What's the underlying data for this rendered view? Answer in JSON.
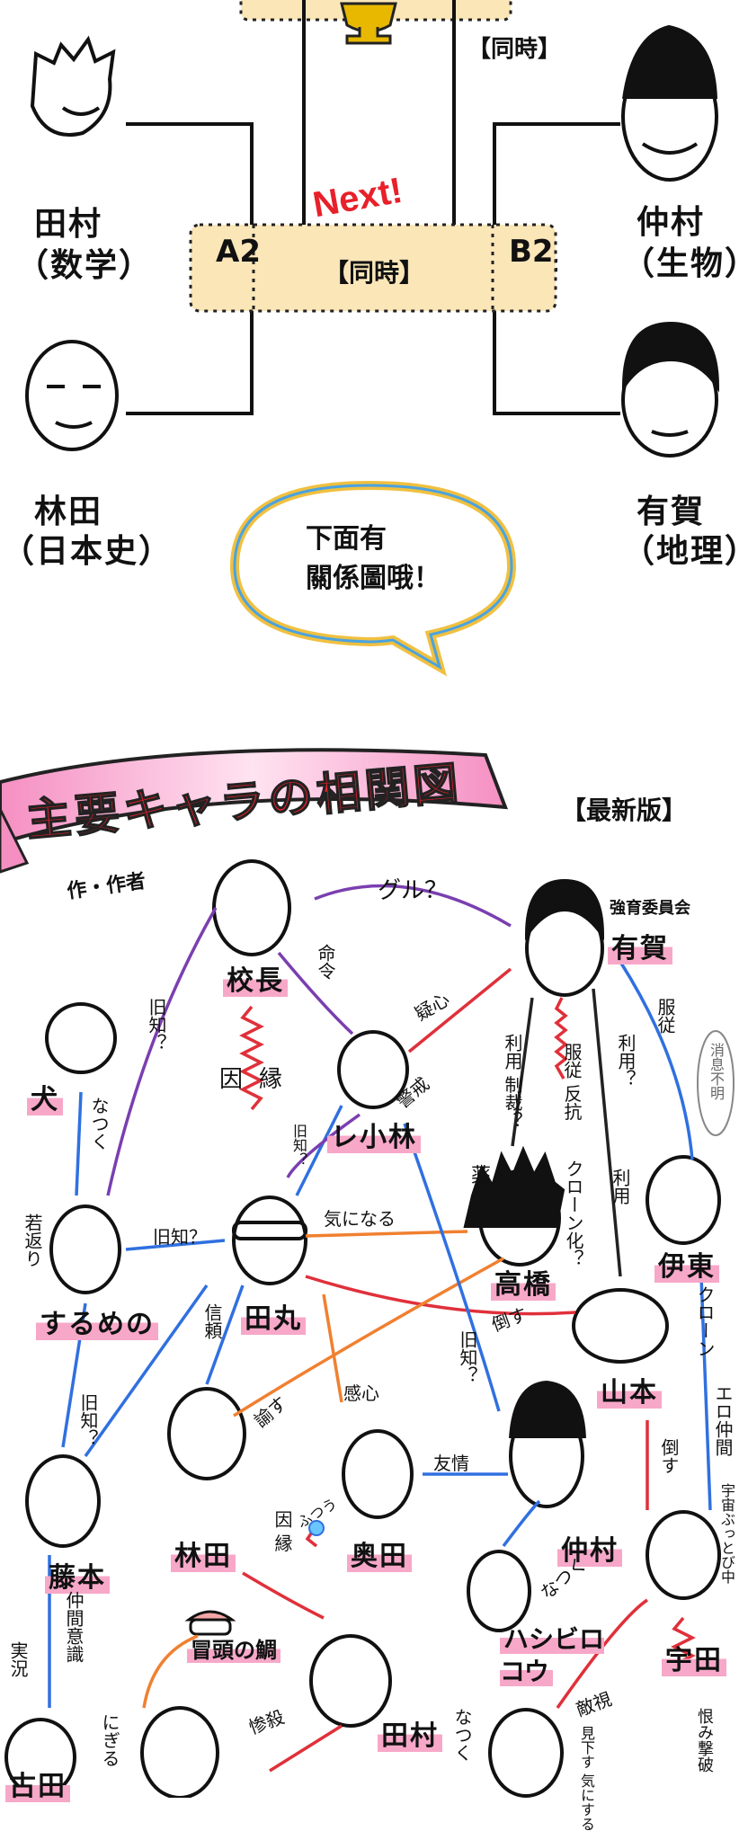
{
  "bracket": {
    "simultaneous_top": "【同時】",
    "next": "Next!",
    "a2": "A2",
    "b2": "B2",
    "simultaneous_mid": "【同時】",
    "left_top_name": "田村",
    "left_top_subject": "（数学）",
    "left_bottom_name": "林田",
    "left_bottom_subject": "（日本史）",
    "right_top_name": "仲村",
    "right_top_subject": "（生物）",
    "right_bottom_name": "有賀",
    "right_bottom_subject": "（地理）"
  },
  "speech_bubble": {
    "line1": "下面有",
    "line2": "關係圖哦！"
  },
  "diagram": {
    "banner_title": "主要キャラの相関図",
    "edition": "【最新版】",
    "author_note": "作・作者",
    "characters": {
      "kouchou": "校長",
      "ariga": "有賀",
      "ariga_role": "強育委員会",
      "inu": "犬",
      "rekobayashi": "レ小林",
      "takahashi": "高橋",
      "ito": "伊東",
      "surumeno": "するめの",
      "tamaru": "田丸",
      "yamamoto": "山本",
      "fujimoto": "藤本",
      "hayashida": "林田",
      "okuda": "奥田",
      "nakamura": "仲村",
      "tai": "冒頭の鯛",
      "hashibiro": "ハシビロコウ",
      "uda": "宇田",
      "furuta": "古田",
      "tamura": "田村"
    },
    "relations": {
      "guru": "グル？",
      "meirei": "命令",
      "kyuchi1": "旧知？",
      "inen": "因縁",
      "gishin": "疑心",
      "riyou_seisai": "利用 制裁？",
      "fukujuu_hankou": "服従 反抗",
      "riyou2": "利用？",
      "fukujuu": "服従",
      "shousoku_fumei": "消息不明",
      "natsuku": "なつく",
      "kyuchi2": "旧知？",
      "keikai": "警戒",
      "kusuri": "薬",
      "clone_ka": "クローン化？",
      "riyou3": "利用",
      "wakagaeri": "若返り",
      "kyuchi3": "旧知？",
      "ki_ni_naru": "気になる",
      "taosu": "倒す",
      "clone": "クローン",
      "shinrai": "信頼",
      "satosu": "諭す",
      "kanshin": "感心",
      "kyuchi4": "旧知？",
      "kyuchi5": "旧知？",
      "yuujou": "友情",
      "ero_nakama": "エロ仲間",
      "taosu2": "倒す",
      "futsuu": "ふつう",
      "in_en2": "因 縁",
      "nakama_ishiki": "仲間意識",
      "natsuku2": "なつく",
      "uchuu": "宇宙ぶっとび中",
      "jikkyou": "実況",
      "nigiru": "にぎる",
      "sansatsu": "惨殺",
      "tekishi": "敵視",
      "konshin": "恨み撃破",
      "natsuku3": "なつく",
      "mikudasu": "見下す 気にする"
    }
  }
}
